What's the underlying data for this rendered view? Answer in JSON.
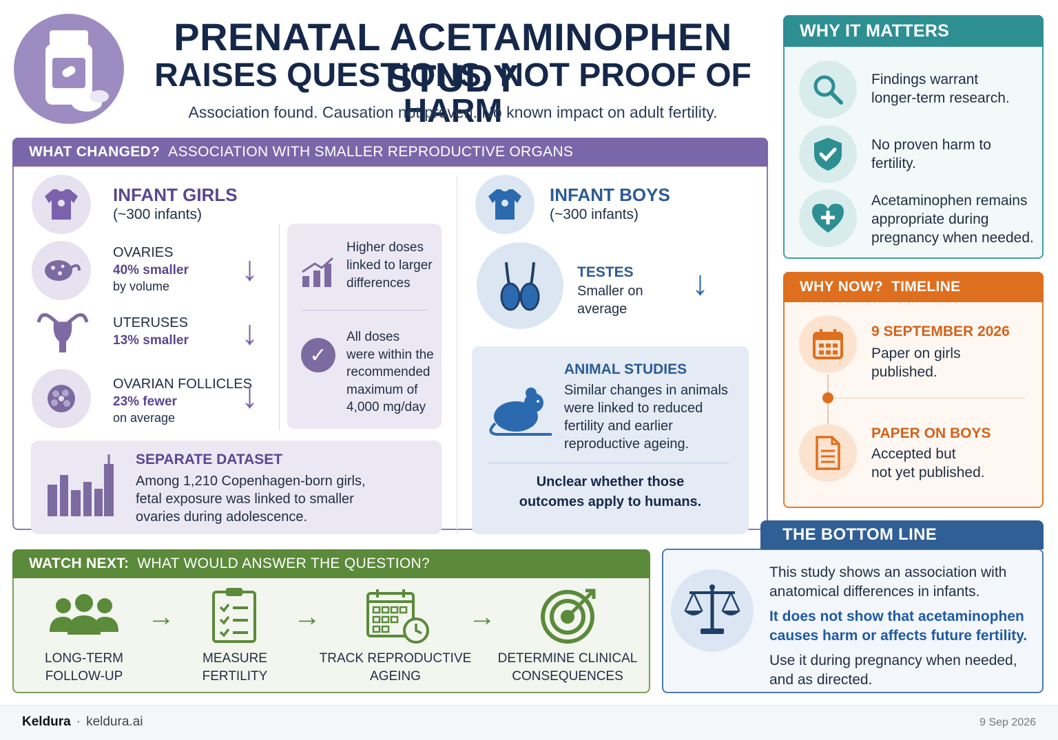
{
  "header": {
    "title_line1": "PRENATAL ACETAMINOPHEN STUDY",
    "title_line2": "RAISES QUESTIONS, NOT PROOF OF HARM",
    "subtitle": "Association found. Causation not proven. No known impact on adult fertility."
  },
  "what_changed": {
    "label": "WHAT CHANGED?",
    "heading": "ASSOCIATION WITH SMALLER REPRODUCTIVE ORGANS",
    "girls": {
      "title": "INFANT GIRLS",
      "count": "(~300 infants)",
      "items": [
        {
          "name": "OVARIES",
          "stat": "40% smaller",
          "note": "by volume"
        },
        {
          "name": "UTERUSES",
          "stat": "13% smaller",
          "note": ""
        },
        {
          "name": "OVARIAN FOLLICLES",
          "stat": "23% fewer",
          "note": "on average"
        }
      ]
    },
    "dose": {
      "higher_l1": "Higher doses",
      "higher_l2": "linked to larger",
      "higher_l3": "differences",
      "all_l1": "All doses",
      "all_l2": "were within the",
      "all_l3": "recommended",
      "all_l4": "maximum of",
      "all_l5": "4,000 mg/day"
    },
    "dataset": {
      "title": "SEPARATE DATASET",
      "line1": "Among 1,210 Copenhagen-born girls,",
      "line2": "fetal exposure was linked to smaller",
      "line3": "ovaries during adolescence."
    },
    "boys": {
      "title": "INFANT BOYS",
      "count": "(~300 infants)",
      "testes_title": "TESTES",
      "testes_l1": "Smaller on",
      "testes_l2": "average"
    },
    "animal": {
      "title": "ANIMAL STUDIES",
      "line1": "Similar changes in animals",
      "line2": "were linked to reduced",
      "line3": "fertility and earlier",
      "line4": "reproductive ageing.",
      "caveat_l1": "Unclear whether those",
      "caveat_l2": "outcomes apply to humans."
    }
  },
  "why_matters": {
    "title": "WHY IT MATTERS",
    "items": [
      {
        "l1": "Findings warrant",
        "l2": "longer-term research.",
        "l3": ""
      },
      {
        "l1": "No proven harm to",
        "l2": "fertility.",
        "l3": ""
      },
      {
        "l1": "Acetaminophen remains",
        "l2": "appropriate during",
        "l3": "pregnancy when needed."
      }
    ]
  },
  "why_now": {
    "label": "WHY NOW?",
    "heading": "TIMELINE",
    "event1_title": "9 SEPTEMBER 2026",
    "event1_l1": "Paper on girls",
    "event1_l2": "published.",
    "event2_title": "PAPER ON BOYS",
    "event2_l1": "Accepted but",
    "event2_l2": "not yet published."
  },
  "watch_next": {
    "label": "WATCH NEXT:",
    "heading": "WHAT WOULD ANSWER THE QUESTION?",
    "steps": [
      {
        "l1": "LONG-TERM",
        "l2": "FOLLOW-UP"
      },
      {
        "l1": "MEASURE",
        "l2": "FERTILITY"
      },
      {
        "l1": "TRACK REPRODUCTIVE",
        "l2": "AGEING"
      },
      {
        "l1": "DETERMINE CLINICAL",
        "l2": "CONSEQUENCES"
      }
    ]
  },
  "bottom_line": {
    "title": "THE BOTTOM LINE",
    "p1_l1": "This study shows an association with",
    "p1_l2": "anatomical differences in infants.",
    "p2_l1": "It does not show that acetaminophen",
    "p2_l2": "causes harm or affects future fertility.",
    "p3_l1": "Use it during pregnancy when needed,",
    "p3_l2": "and as directed."
  },
  "footer": {
    "brand": "Keldura",
    "separator": "·",
    "site": "keldura.ai",
    "date": "9 Sep 2026"
  },
  "colors": {
    "purple": "#7a67a9",
    "teal": "#2e8f93",
    "orange": "#de6f1e",
    "green": "#5b8a3a",
    "blue": "#2f5f95",
    "navy": "#15284a"
  }
}
